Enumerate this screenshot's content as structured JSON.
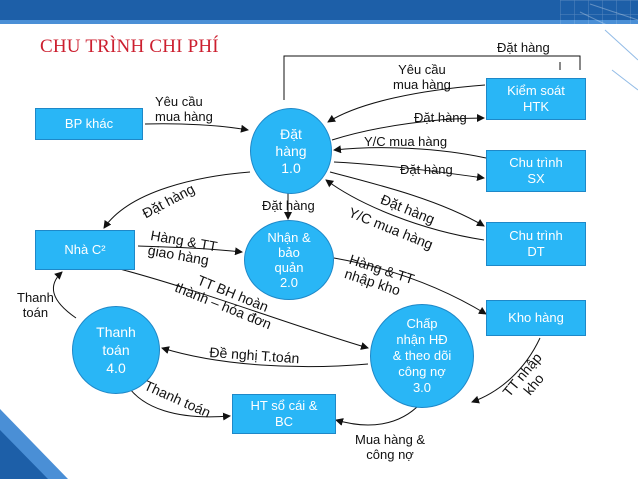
{
  "title": "CHU TRÌNH CHI PHÍ",
  "nodes": {
    "bp_khac": "BP khác",
    "dat_hang": [
      "Đặt",
      "hàng",
      "1.0"
    ],
    "kiem_soat_htk": [
      "Kiểm soát",
      "HTK"
    ],
    "chu_trinh_sx": [
      "Chu trình",
      "SX"
    ],
    "chu_trinh_dt": [
      "Chu trình",
      "DT"
    ],
    "nha_cc": "Nhà C²",
    "nhan_bao_quan": [
      "Nhận &",
      "bảo",
      "quản",
      "2.0"
    ],
    "kho_hang": "Kho hàng",
    "chap_nhan": [
      "Chấp",
      "nhận HĐ",
      "& theo dõi",
      "công nợ",
      "3.0"
    ],
    "thanh_toan": [
      "Thanh",
      "toán",
      "4.0"
    ],
    "ht_so_cai": [
      "HT sổ cái &",
      "BC"
    ]
  },
  "labels": {
    "dat_hang_top": "Đặt hàng",
    "yeu_cau_mua_hang_top": [
      "Yêu cầu",
      "mua hàng"
    ],
    "yeu_cau_mua_hang_left": [
      "Yêu cầu",
      "mua hàng"
    ],
    "dat_hang_htk": "Đặt hàng",
    "yc_mua_hang_sx": "Y/C mua hàng",
    "dat_hang_sx": "Đặt hàng",
    "dat_hang_dt": "Đặt hàng",
    "yc_mua_hang_dt": "Y/C mua hàng",
    "dat_hang_nhacc": "Đặt hàng",
    "dat_hang_down": "Đặt hàng",
    "hang_tt_giao_hang": [
      "Hàng & TT",
      "giao hàng"
    ],
    "hang_tt_nhap_kho": [
      "Hàng & TT",
      "nhập kho"
    ],
    "tt_bh_hoan_thanh": [
      "TT BH hoàn",
      "thành – hóa đơn"
    ],
    "thanh_toan_left": [
      "Thanh",
      "toán"
    ],
    "de_nghi_ttoan": "Đề nghị T.toán",
    "thanh_toan_bottom": "Thanh toán",
    "tt_nhap_kho": [
      "TT nhập",
      "kho"
    ],
    "mua_hang_cong_no": [
      "Mua hàng &",
      "công nợ"
    ]
  },
  "colors": {
    "node_fill": "#29b6f6",
    "title": "#cc1f2f",
    "band_dark": "#1d5fa8",
    "band_light": "#4a8fd6"
  }
}
